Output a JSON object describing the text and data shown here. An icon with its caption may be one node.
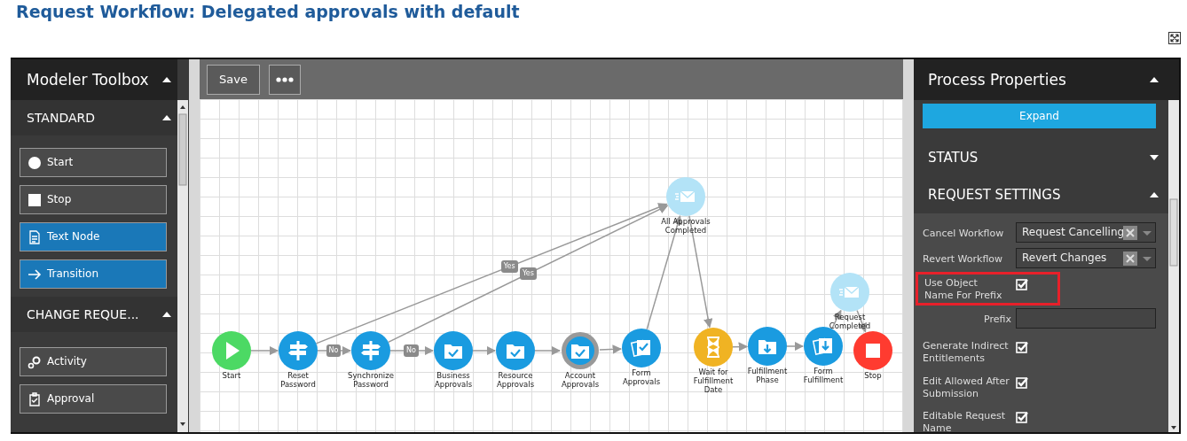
{
  "diagram": {
    "title": "Request Workflow: Delegated approvals with default",
    "nodes": [
      {
        "text": [
          "Modeler Toolbox",
          "STANDARD",
          "CHANGE REQUE..."
        ]
      },
      {
        "text": [
          "Start"
        ],
        "in": 0
      },
      {
        "text": [
          "Stop"
        ],
        "in": 0
      },
      {
        "text": [
          "Text Node"
        ],
        "in": 0
      },
      {
        "text": [
          "Transition"
        ],
        "in": 0
      },
      {
        "text": [
          "Activity"
        ],
        "in": 0
      },
      {
        "text": [
          "Approval"
        ],
        "in": 0
      },
      {
        "text": [
          "Save"
        ]
      },
      {
        "text": [
          "Process Properties",
          "STATUS",
          "REQUEST SETTINGS"
        ]
      },
      {
        "text": [
          "Expand"
        ],
        "in": 8
      },
      {
        "text": [
          "Request Cancelling"
        ],
        "in": 8
      },
      {
        "text": [
          "Revert Changes"
        ],
        "in": 8
      },
      {
        "text": [
          "Use Object Name For Prefix"
        ],
        "in": 8
      },
      {
        "text": [],
        "shape": "box",
        "in": 8
      },
      {
        "text": [
          "Start"
        ]
      },
      {
        "text": [
          "Reset Password"
        ]
      },
      {
        "text": [
          "Synchronize Password"
        ]
      },
      {
        "text": [
          "Business Approvals"
        ]
      },
      {
        "text": [
          "Resource Approvals"
        ]
      },
      {
        "text": [
          "Account Approvals"
        ]
      },
      {
        "text": [
          "Form Approvals"
        ]
      },
      {
        "text": [
          "All Approvals Completed"
        ]
      },
      {
        "text": [
          "Wait for Fulfillment Date"
        ]
      },
      {
        "text": [
          "Fulfillment Phase"
        ]
      },
      {
        "text": [
          "Form Fulfillment"
        ]
      },
      {
        "text": [
          "Request Completed"
        ]
      },
      {
        "text": [
          "Stop"
        ]
      }
    ],
    "edges": [
      {
        "from": 14,
        "to": 15,
        "arrow": "to"
      },
      {
        "from": 15,
        "to": 16,
        "arrow": "to",
        "label": "No"
      },
      {
        "from": 15,
        "to": 21,
        "arrow": "to",
        "label": "Yes"
      },
      {
        "from": 16,
        "to": 17,
        "arrow": "to",
        "label": "No"
      },
      {
        "from": 16,
        "to": 21,
        "arrow": "to",
        "label": "Yes"
      },
      {
        "from": 17,
        "to": 18,
        "arrow": "to"
      },
      {
        "from": 18,
        "to": 19,
        "arrow": "to"
      },
      {
        "from": 19,
        "to": 20,
        "arrow": "to"
      },
      {
        "from": 20,
        "to": 21,
        "arrow": "to"
      },
      {
        "from": 21,
        "to": 22,
        "arrow": "to"
      },
      {
        "from": 22,
        "to": 23,
        "arrow": "to"
      },
      {
        "from": 23,
        "to": 24,
        "arrow": "to"
      },
      {
        "from": 24,
        "to": 25,
        "arrow": "to"
      },
      {
        "from": 25,
        "to": 26,
        "arrow": "to"
      }
    ],
    "labels": [
      "Cancel Workflow",
      "Revert Workflow",
      "Prefix",
      "Generate Indirect Entitlements",
      "Edit Allowed After Submission",
      "Editable Request Name"
    ]
  }
}
